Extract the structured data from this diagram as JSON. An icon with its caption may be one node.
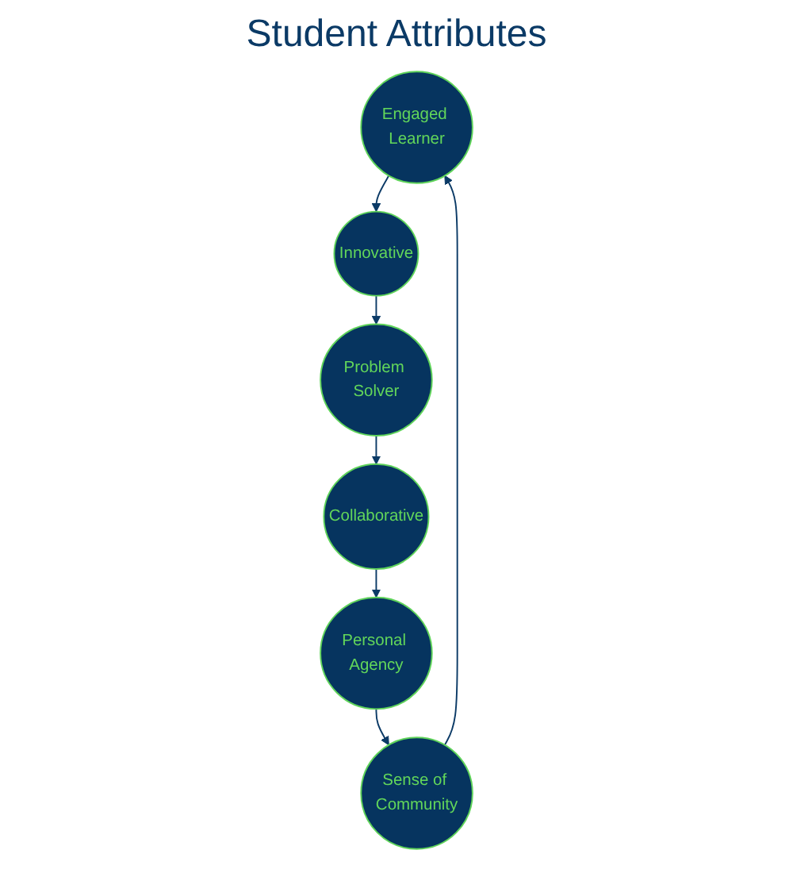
{
  "diagram": {
    "title": "Student Attributes",
    "nodes": [
      {
        "text": [
          "Engaged Learner"
        ]
      },
      {
        "text": [
          "Innovative"
        ]
      },
      {
        "text": [
          "Problem Solver"
        ]
      },
      {
        "text": [
          "Collaborative"
        ]
      },
      {
        "text": [
          "Personal Agency"
        ]
      },
      {
        "text": [
          "Sense of Community"
        ]
      }
    ],
    "edges": [
      {
        "from": 0,
        "to": 1,
        "arrow": "to"
      },
      {
        "from": 1,
        "to": 2,
        "arrow": "to"
      },
      {
        "from": 2,
        "to": 3,
        "arrow": "to"
      },
      {
        "from": 3,
        "to": 4,
        "arrow": "to"
      },
      {
        "from": 4,
        "to": 5,
        "arrow": "to"
      },
      {
        "from": 5,
        "to": 0,
        "arrow": "to"
      }
    ]
  }
}
